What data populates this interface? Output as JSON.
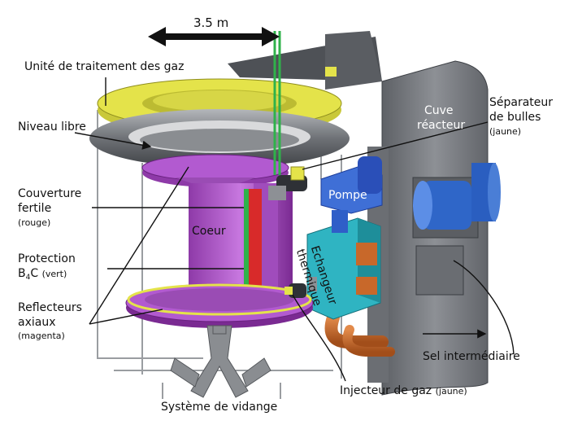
{
  "dimension": {
    "text": "3.5 m"
  },
  "labels": {
    "gas_unit": "Unité de traitement des gaz",
    "free_level": "Niveau libre",
    "fertile_blanket_line1": "Couverture",
    "fertile_blanket_line2": "fertile",
    "fertile_blanket_note": "(rouge)",
    "protection_line1": "Protection",
    "protection_b": "B",
    "protection_sub": "4",
    "protection_c": "C",
    "protection_note": "(vert)",
    "reflectors_line1": "Reflecteurs",
    "reflectors_line2": "axiaux",
    "reflectors_note": "(magenta)",
    "bubble_sep_line1": "Séparateur",
    "bubble_sep_line2": "de bulles",
    "bubble_sep_note": "(jaune)",
    "intermediate_salt": "Sel intermédiaire",
    "gas_injector": "Injecteur de gaz",
    "gas_injector_note": "(jaune)",
    "drain_system": "Système de vidange"
  },
  "component_labels": {
    "core": "Coeur",
    "pump": "Pompe",
    "reactor_vessel_line1": "Cuve",
    "reactor_vessel_line2": "réacteur",
    "heat_exchanger_line1": "Echangeur",
    "heat_exchanger_line2": "thermique"
  },
  "colors": {
    "gas_unit": "#e4e34a",
    "torus": "#8c8f93",
    "core": "#b25ad0",
    "fertile": "#d82a2a",
    "protection": "#2fb24a",
    "pump": "#3f6fd6",
    "exchanger": "#2fb4c2",
    "vessel": "#7a7d82",
    "pipes": "#c8682a"
  }
}
